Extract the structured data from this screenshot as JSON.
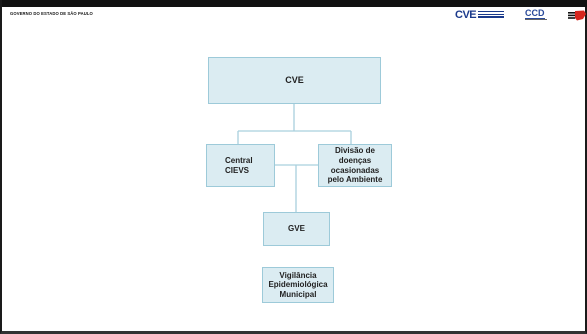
{
  "header": {
    "gov_title": "GOVERNO DO ESTADO DE SÃO PAULO",
    "logos": [
      {
        "name": "cve-logo",
        "text": "CVE"
      },
      {
        "name": "ccd-logo",
        "text": "CCD"
      },
      {
        "name": "sp-logo",
        "icon": "sp-map-flag-icon"
      }
    ]
  },
  "diagram": {
    "nodes": {
      "cve": "CVE",
      "cievs": "Central\nCIEVS",
      "divisao": "Divisão de\ndoenças\nocasionadas\npelo  Ambiente",
      "gve": "GVE",
      "vigilancia": "Vigilância\nEpidemiológica\nMunicipal"
    },
    "colors": {
      "box_fill": "#dbecf2",
      "box_border": "#9dcad9",
      "connector": "#a9d0dd"
    }
  }
}
